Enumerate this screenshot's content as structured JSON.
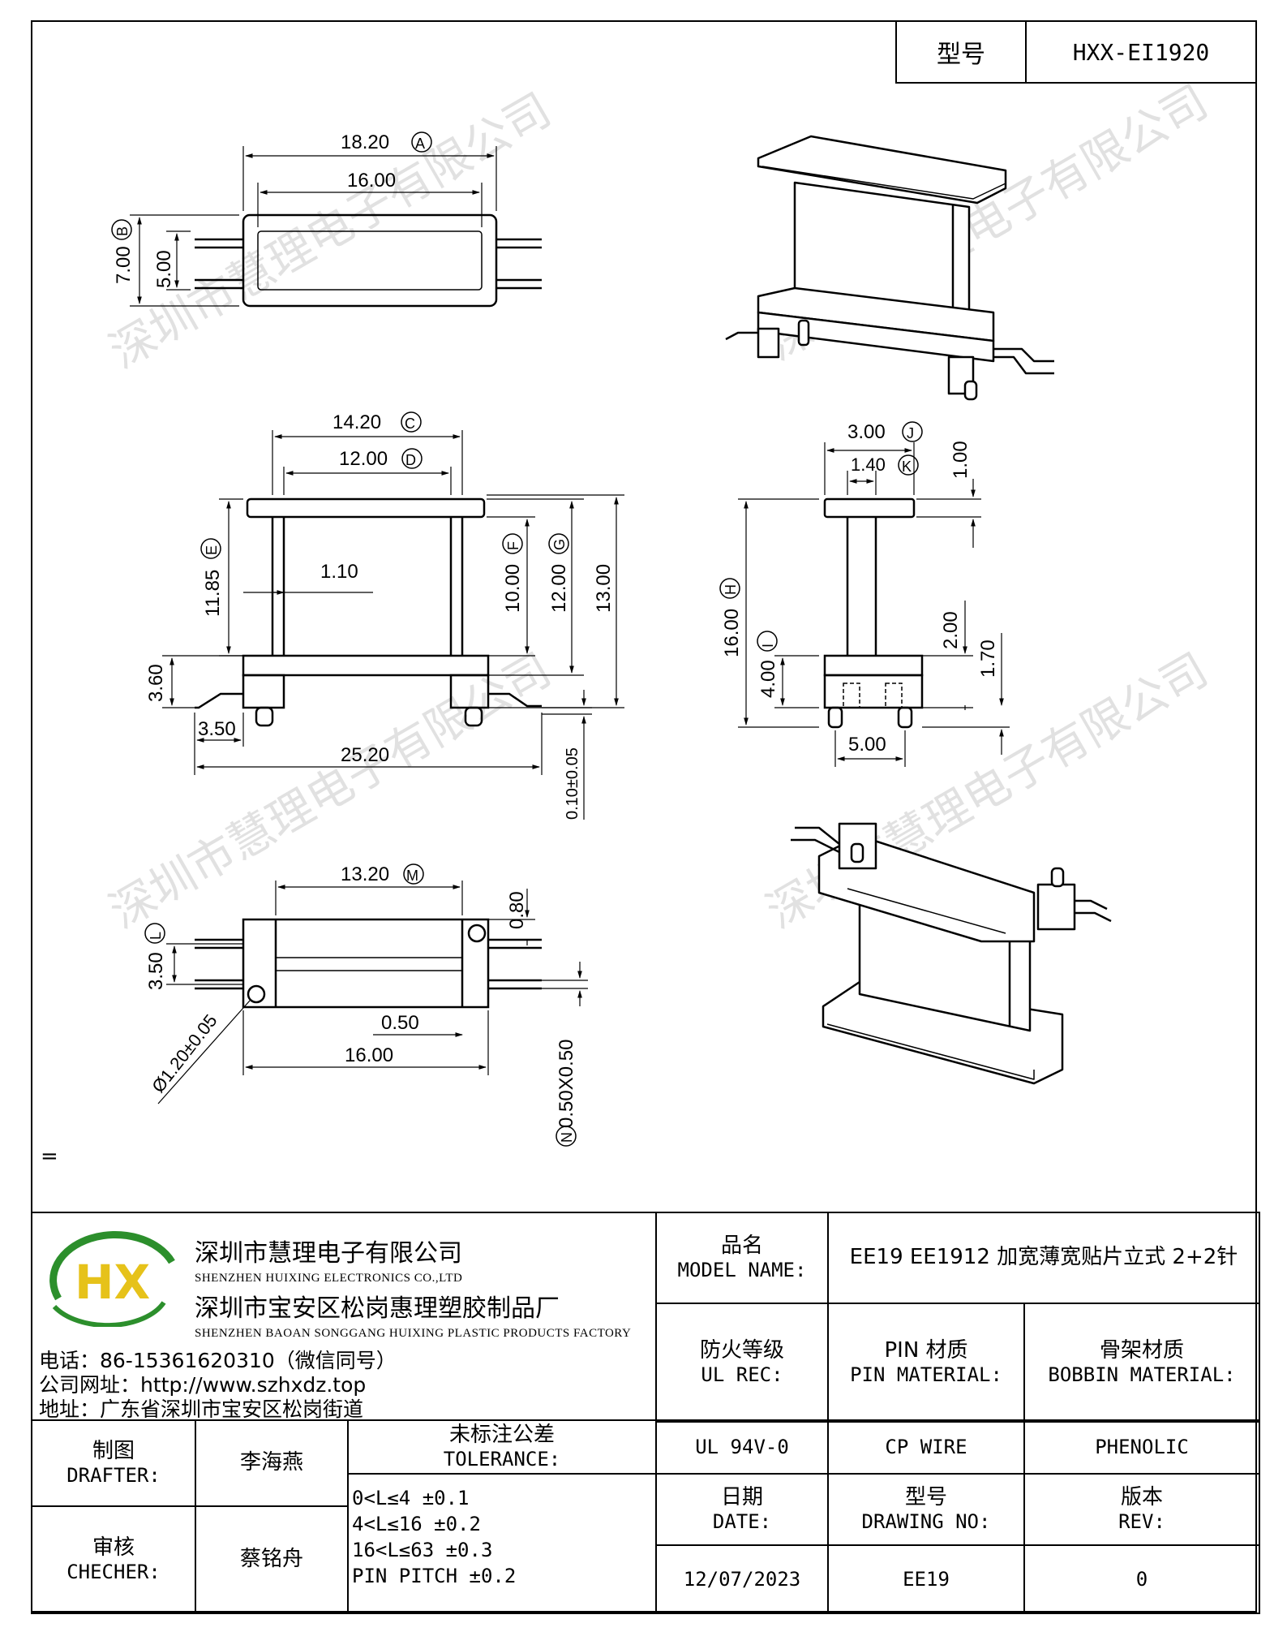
{
  "header": {
    "model_label": "型号",
    "model_value": "HXX-EI1920"
  },
  "dimensions": {
    "top_view": {
      "overall_width": "18.20",
      "inner_width": "16.00",
      "height": "7.00",
      "inner_height": "5.00",
      "ref_a": "A",
      "ref_b": "B"
    },
    "front_view": {
      "flange_width": "14.20",
      "inner_width": "12.00",
      "window_height": "11.85",
      "wall": "1.10",
      "f_height": "10.00",
      "g_height": "12.00",
      "total_height": "13.00",
      "base_height": "3.60",
      "pin_offset": "3.50",
      "pin_span": "25.20",
      "coplanarity": "0.10±0.05",
      "ref_c": "C",
      "ref_d": "D",
      "ref_e": "E",
      "ref_f": "F",
      "ref_g": "G"
    },
    "side_view": {
      "flange_depth": "3.00",
      "core_depth": "1.40",
      "flange_thick": "1.00",
      "total_height": "16.00",
      "base_height": "4.00",
      "pin_height": "2.00",
      "pin_len": "1.70",
      "pin_spacing": "5.00",
      "ref_h": "H",
      "ref_i": "I",
      "ref_j": "J",
      "ref_k": "K"
    },
    "bottom_view": {
      "length": "13.20",
      "pin_width": "0.80",
      "pin_spacing": "3.50",
      "slot": "0.50",
      "body_length": "16.00",
      "hole": "Ø1.20±0.05",
      "pin_section": "0.50X0.50",
      "ref_m": "M",
      "ref_l": "L",
      "ref_n": "N"
    }
  },
  "watermark": "深圳市慧理电子有限公司",
  "misc_mark": "=",
  "company": {
    "logo_text": "HX",
    "name_cn": "深圳市慧理电子有限公司",
    "name_en": "SHENZHEN HUIXING ELECTRONICS CO.,LTD",
    "factory_cn": "深圳市宝安区松岗惠理塑胶制品厂",
    "factory_en": "SHENZHEN BAOAN SONGGANG HUIXING PLASTIC PRODUCTS FACTORY",
    "phone": "电话：86-15361620310（微信同号）",
    "website": "公司网址：http://www.szhxdz.top",
    "address": "地址：广东省深圳市宝安区松岗街道"
  },
  "title_block": {
    "model_name_cn": "品名",
    "model_name_en": "MODEL NAME:",
    "model_name_value": "EE19 EE1912 加宽薄宽贴片立式 2+2针",
    "ul_cn": "防火等级",
    "ul_en": "UL REC:",
    "pin_cn": "PIN 材质",
    "pin_en": "PIN MATERIAL:",
    "bobbin_cn": "骨架材质",
    "bobbin_en": "BOBBIN MATERIAL:",
    "ul_value": "UL 94V-0",
    "pin_value": "CP WIRE",
    "bobbin_value": "PHENOLIC",
    "drafter_cn": "制图",
    "drafter_en": "DRAFTER:",
    "drafter_name": "李海燕",
    "checker_cn": "审核",
    "checker_en": "CHECHER:",
    "checker_name": "蔡铭舟",
    "tolerance_cn": "未标注公差",
    "tolerance_en": "TOLERANCE:",
    "tolerances": [
      "0<L≤4  ±0.1",
      "4<L≤16 ±0.2",
      "16<L≤63 ±0.3",
      "PIN PITCH ±0.2"
    ],
    "date_cn": "日期",
    "date_en": "DATE:",
    "date_value": "12/07/2023",
    "drawing_cn": "型号",
    "drawing_en": "DRAWING NO:",
    "drawing_value": "EE19",
    "rev_cn": "版本",
    "rev_en": "REV:",
    "rev_value": "0"
  }
}
